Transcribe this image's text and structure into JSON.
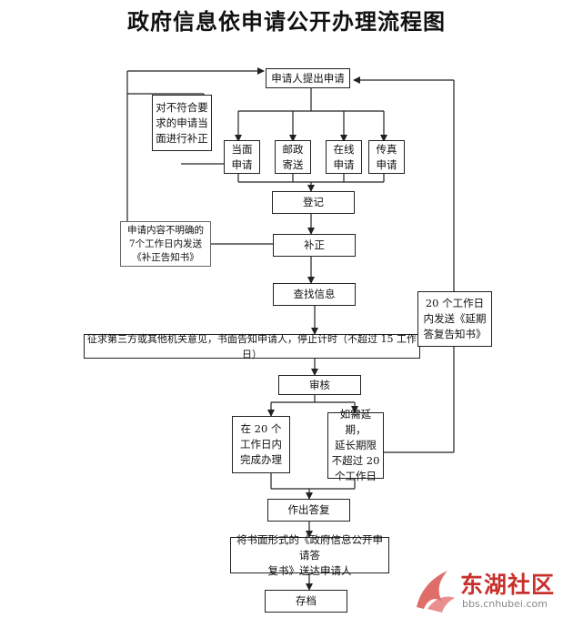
{
  "title": "政府信息依申请公开办理流程图",
  "nodes": {
    "apply": "申请人提出申请",
    "reject_fix": "对不符合要\n求的申请当\n面进行补正",
    "in_person": "当面\n申请",
    "mail": "邮政\n寄送",
    "online": "在线\n申请",
    "fax": "传真\n申请",
    "register": "登记",
    "unclear_notice": "申请内容不明确的\n7个工作日内发送\n《补正告知书》",
    "supplement": "补正",
    "search": "查找信息",
    "consult": "征求第三方或其他机关意见，书面告知申请人，停止计时（不超过 15 工作日）",
    "extend_notice": "20 个工作日\n内发送《延期\n答复告知书》",
    "review": "审核",
    "within_20": "在 20 个\n工作日内\n完成办理",
    "extended": "如需延期，\n延长期限\n不超过 20\n个工作日",
    "reply": "作出答复",
    "send_reply": "将书面形式的《政府信息公开申请答\n复书》送达申请人",
    "archive": "存档"
  },
  "watermark": {
    "brand": "东湖社区",
    "url": "bbs.cnhubei.com"
  }
}
